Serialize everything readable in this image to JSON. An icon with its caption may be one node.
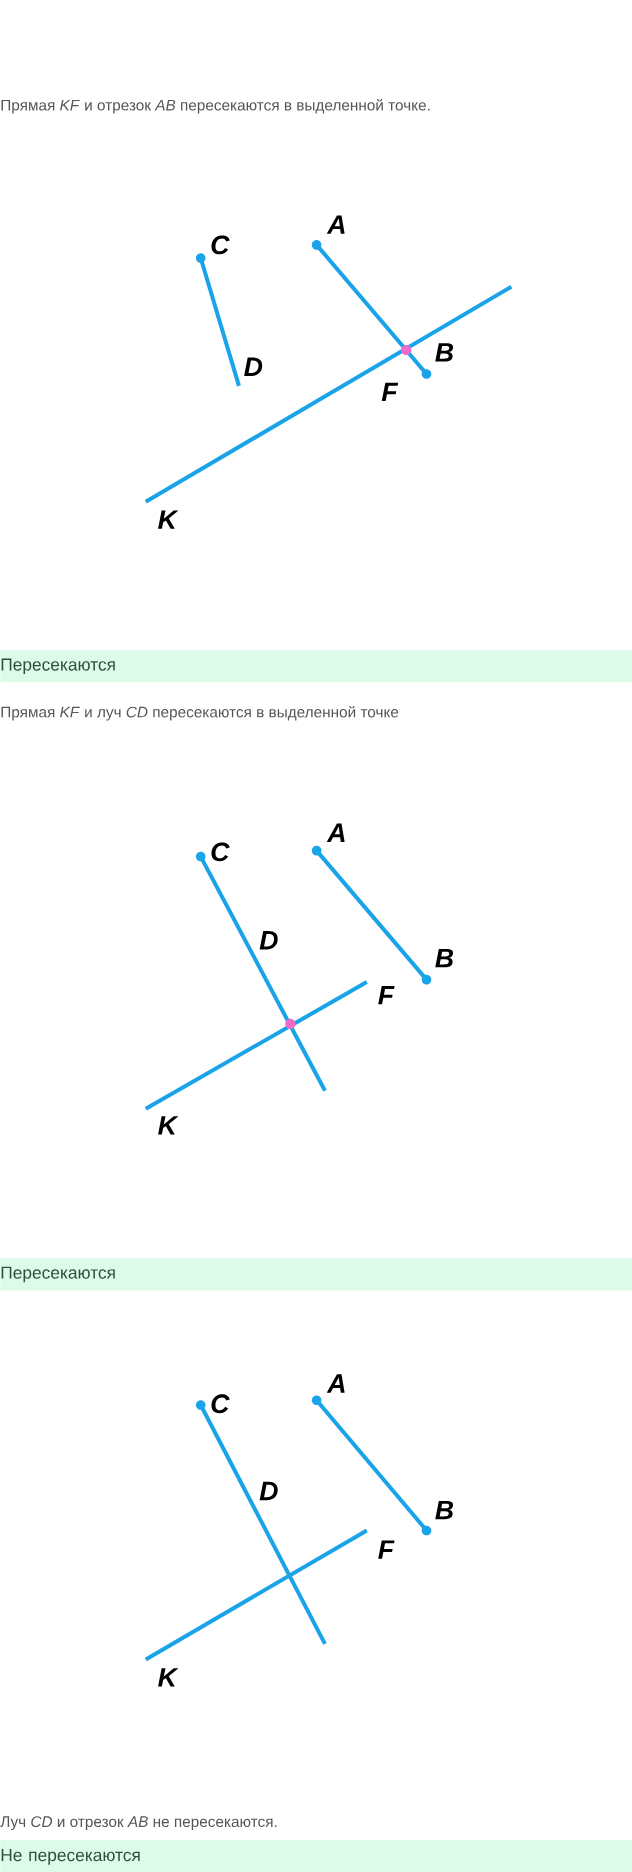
{
  "diagram": {
    "nodes": [
      {
        "text": [
          "Пересекаются"
        ]
      },
      {
        "text": [
          "Пересекаются"
        ]
      },
      {
        "text": [
          "Не пересекаются"
        ]
      }
    ],
    "labels": [
      "Прямая *KF* и отрезок *AB* пересекаются в выделенной точке.",
      "A",
      "C",
      "B",
      "D",
      "F",
      "K",
      "Прямая *KF* и луч *CD* пересекаются в выделенной точке",
      "A",
      "C",
      "D",
      "B",
      "F",
      "K",
      "A",
      "C",
      "D",
      "B",
      "F",
      "K",
      "Луч *CD* и отрезок *AB* не пересекаются."
    ]
  }
}
